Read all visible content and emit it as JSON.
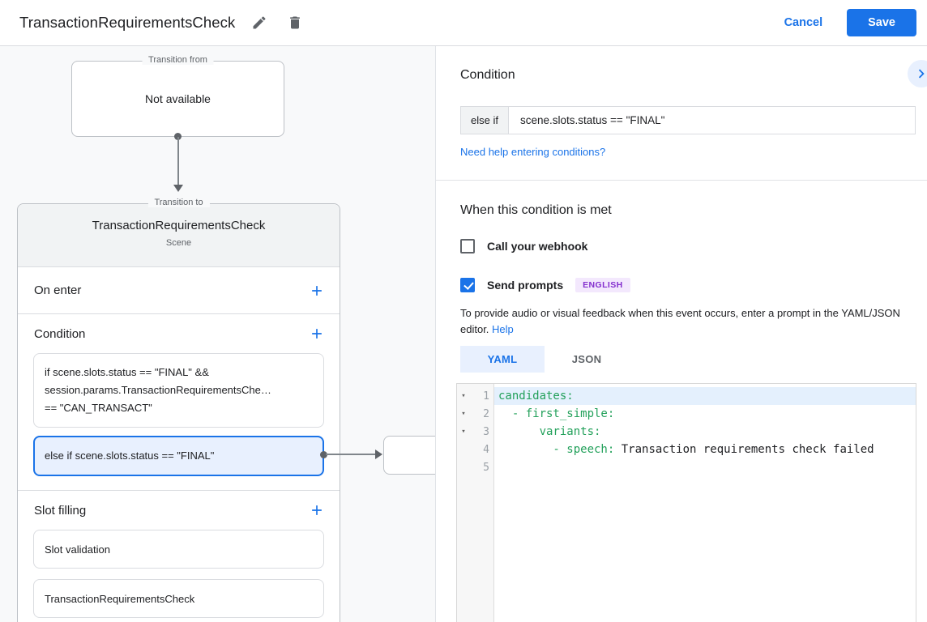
{
  "header": {
    "title": "TransactionRequirementsCheck",
    "cancel_label": "Cancel",
    "save_label": "Save"
  },
  "canvas": {
    "transition_from": {
      "label": "Transition from",
      "value": "Not available"
    },
    "transition_to": {
      "label": "Transition to",
      "title": "TransactionRequirementsCheck",
      "subtitle": "Scene"
    },
    "sections": {
      "on_enter": {
        "label": "On enter"
      },
      "condition": {
        "label": "Condition",
        "items": [
          {
            "selected": false,
            "lines": [
              "if scene.slots.status == \"FINAL\" &&",
              "session.params.TransactionRequirementsChe…",
              "== \"CAN_TRANSACT\""
            ]
          },
          {
            "selected": true,
            "lines": [
              "else if scene.slots.status == \"FINAL\""
            ]
          }
        ]
      },
      "slot_filling": {
        "label": "Slot filling",
        "items": [
          "Slot validation",
          "TransactionRequirementsCheck"
        ]
      }
    }
  },
  "panel": {
    "title": "Condition",
    "condition_row": {
      "prefix": "else if",
      "value": "scene.slots.status == \"FINAL\""
    },
    "help_link": "Need help entering conditions?",
    "when_met": {
      "title": "When this condition is met",
      "webhook": {
        "label": "Call your webhook",
        "checked": false
      },
      "prompts": {
        "label": "Send prompts",
        "checked": true,
        "badge": "ENGLISH"
      },
      "description": "To provide audio or visual feedback when this event occurs, enter a prompt in the YAML/JSON editor. ",
      "description_link": "Help"
    },
    "tabs": [
      {
        "label": "YAML",
        "active": true
      },
      {
        "label": "JSON",
        "active": false
      }
    ],
    "editor": {
      "lines": [
        {
          "number": "1",
          "fold": true,
          "active": true,
          "segments": [
            {
              "t": "candidates:",
              "c": "key"
            }
          ]
        },
        {
          "number": "2",
          "fold": true,
          "active": false,
          "segments": [
            {
              "t": "  - first_simple:",
              "c": "key"
            }
          ]
        },
        {
          "number": "3",
          "fold": true,
          "active": false,
          "segments": [
            {
              "t": "      variants:",
              "c": "key"
            }
          ]
        },
        {
          "number": "4",
          "fold": false,
          "active": false,
          "segments": [
            {
              "t": "        - speech:",
              "c": "key"
            },
            {
              "t": " Transaction requirements check failed",
              "c": "plain"
            }
          ]
        },
        {
          "number": "5",
          "fold": false,
          "active": false,
          "segments": []
        }
      ]
    }
  },
  "colors": {
    "accent": "#1a73e8",
    "selected_bg": "#e8f0fe",
    "badge_bg": "#f3e8fd",
    "badge_text": "#8430ce",
    "code_key_green": "#22a05a"
  }
}
